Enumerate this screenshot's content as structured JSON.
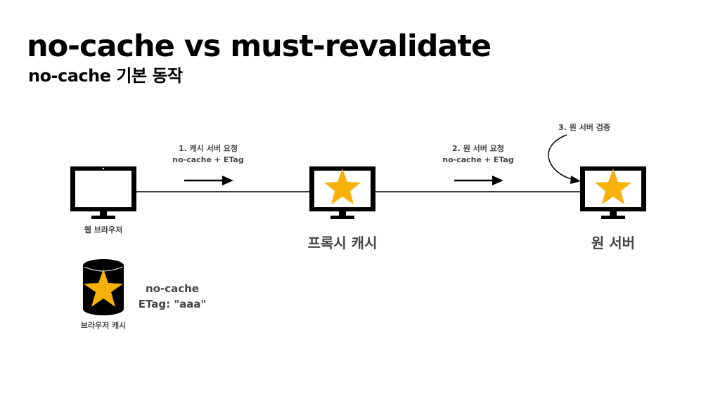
{
  "header": {
    "title": "no-cache vs must-revalidate",
    "subtitle": "no-cache 기본 동작"
  },
  "nodes": {
    "browser": {
      "label": "웹 브라우저",
      "icon": "monitor-icon"
    },
    "proxy": {
      "label": "프록시 캐시",
      "icon": "monitor-star-icon"
    },
    "origin": {
      "label": "원 서버",
      "icon": "monitor-star-icon"
    },
    "browser_cache": {
      "label": "브라우저 캐시",
      "icon": "database-star-icon",
      "lines": [
        "no-cache",
        "ETag: \"aaa\""
      ]
    }
  },
  "steps": [
    {
      "line1": "1. 캐시 서버 요청",
      "line2": "no-cache + ETag"
    },
    {
      "line1": "2. 원 서버 요청",
      "line2": "no-cache + ETag"
    },
    {
      "line1": "3. 원 서버 검증"
    }
  ],
  "colors": {
    "star": "#f7b10a",
    "ink": "#000000",
    "label": "#444444"
  }
}
